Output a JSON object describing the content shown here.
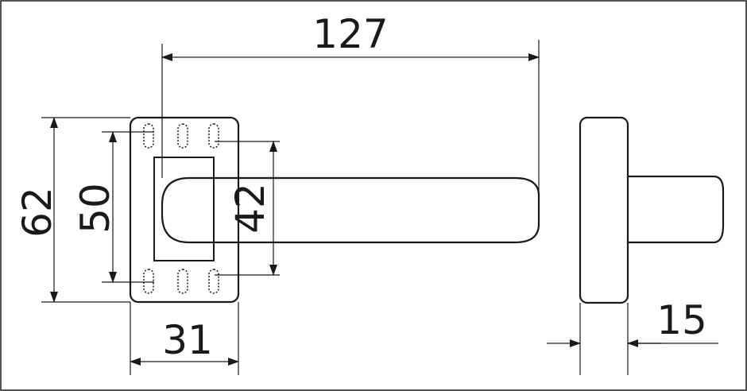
{
  "dimensions": {
    "overall_length": "127",
    "rose_height": "62",
    "inner_height": "50",
    "lever_height": "42",
    "rose_width": "31",
    "side_thickness": "15"
  },
  "colors": {
    "line": "#1a1a1a",
    "background": "#ffffff"
  }
}
